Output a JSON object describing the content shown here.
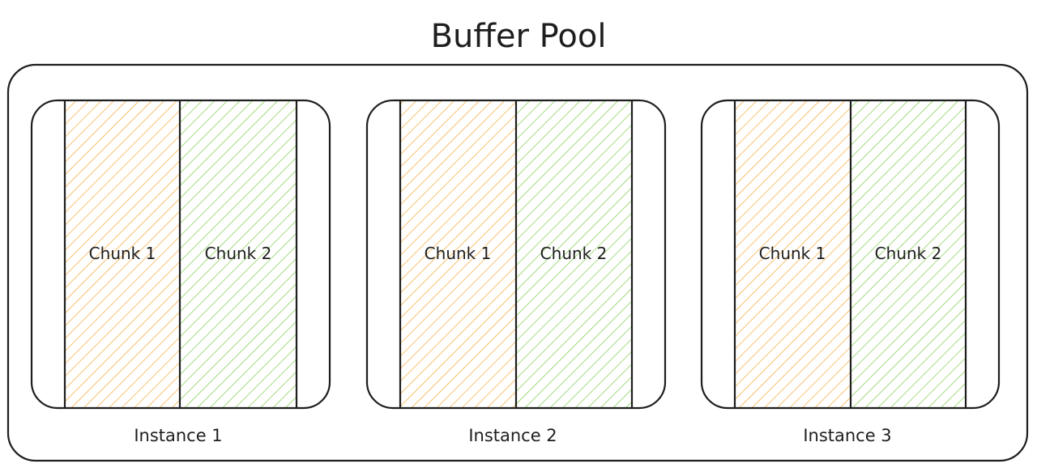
{
  "title": "Buffer Pool",
  "colors": {
    "stroke": "#1e1e1e",
    "chunk_1_hatch": "#f7a833",
    "chunk_2_hatch": "#7fcc4a",
    "background": "#ffffff"
  },
  "instances": [
    {
      "label": "Instance 1",
      "chunks": [
        "Chunk 1",
        "Chunk 2"
      ]
    },
    {
      "label": "Instance 2",
      "chunks": [
        "Chunk 1",
        "Chunk 2"
      ]
    },
    {
      "label": "Instance 3",
      "chunks": [
        "Chunk 1",
        "Chunk 2"
      ]
    }
  ]
}
